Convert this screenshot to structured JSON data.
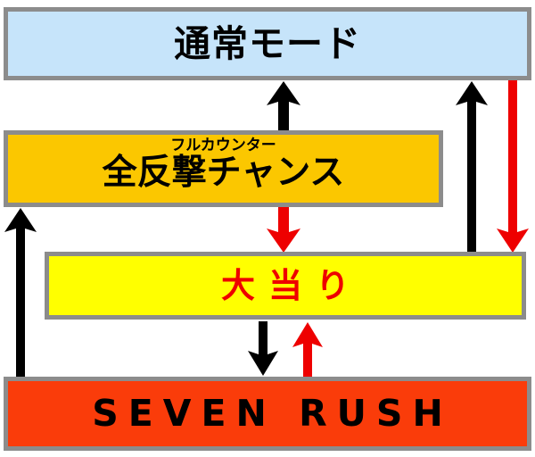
{
  "diagram": {
    "title": "pachinko-game-flow",
    "background": "#ffffff",
    "border_color": "#8c8c8c",
    "nodes": [
      {
        "id": "normal",
        "label": "通常モード",
        "ruby": "",
        "fill": "#c6e4fa",
        "text_color": "#000000"
      },
      {
        "id": "counter",
        "label": "全反撃チャンス",
        "ruby": "フルカウンター",
        "fill": "#fbc700",
        "text_color": "#000000"
      },
      {
        "id": "jackpot",
        "label": "大当り",
        "ruby": "",
        "fill": "#ffff00",
        "text_color": "#ee0000"
      },
      {
        "id": "rush",
        "label": "SEVEN RUSH",
        "ruby": "",
        "fill": "#fa3c0a",
        "text_color": "#000000"
      }
    ],
    "arrows": [
      {
        "id": "counter-to-normal",
        "from": "counter",
        "to": "normal",
        "color": "#000000",
        "direction": "up"
      },
      {
        "id": "counter-to-jackpot",
        "from": "counter",
        "to": "jackpot",
        "color": "#ee0000",
        "direction": "down"
      },
      {
        "id": "jackpot-to-normal",
        "from": "jackpot",
        "to": "normal",
        "color": "#000000",
        "direction": "up"
      },
      {
        "id": "normal-to-jackpot",
        "from": "normal",
        "to": "jackpot",
        "color": "#ee0000",
        "direction": "down"
      },
      {
        "id": "jackpot-to-rush",
        "from": "jackpot",
        "to": "rush",
        "color": "#000000",
        "direction": "down"
      },
      {
        "id": "rush-to-jackpot",
        "from": "rush",
        "to": "jackpot",
        "color": "#ee0000",
        "direction": "up"
      },
      {
        "id": "rush-to-counter",
        "from": "rush",
        "to": "counter",
        "color": "#000000",
        "direction": "up"
      }
    ]
  }
}
